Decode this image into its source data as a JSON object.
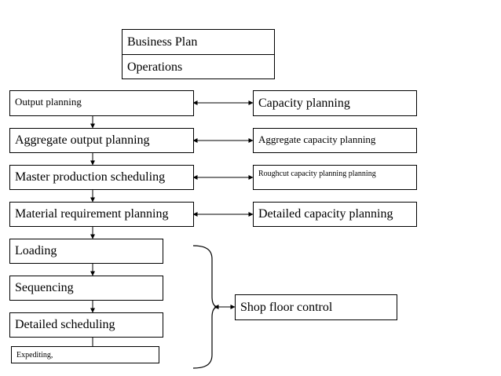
{
  "header": {
    "business_plan": "Business Plan",
    "operations": "Operations"
  },
  "left_chain": {
    "output_planning": "Output  planning",
    "aggregate_output_planning": "Aggregate output planning",
    "master_production_scheduling": "Master production scheduling",
    "material_requirement_planning": "Material requirement planning",
    "loading": "Loading",
    "sequencing": "Sequencing",
    "detailed_scheduling": "Detailed scheduling",
    "expediting": "Expediting,"
  },
  "right_chain": {
    "capacity_planning": "Capacity  planning",
    "aggregate_capacity_planning": "Aggregate capacity planning",
    "roughcut_capacity_planning": "Roughcut capacity planning planning",
    "detailed_capacity_planning": "Detailed capacity planning"
  },
  "shop_floor_control": "Shop floor control"
}
